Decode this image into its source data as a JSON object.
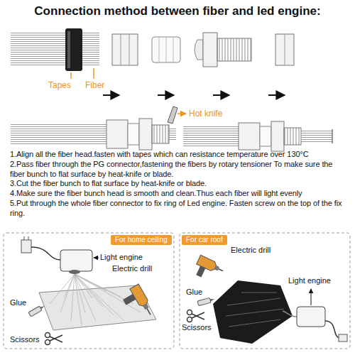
{
  "diagram": {
    "title": "Connection method between fiber and led engine:",
    "nodes": [
      {
        "text": [
          "For home ceiling"
        ]
      },
      {
        "text": [
          "For car roof"
        ]
      }
    ],
    "labels": [
      "Tapes",
      "Fiber",
      "Hot knife",
      "1.Align all the fiber head.fasten with tapes which can resistance temperature over 130°C",
      "2.Pass fiber through the PG connector,fastening the fibers by rotary tensioner To make sure the fiber bunch to flat surface by heat-knife or blade.",
      "3.Cut the fiber bunch to flat surface by heat-knife or blade.",
      "4.Make sure the fiber bunch head is smooth and clean.Thus each fiber will light evenly",
      "5.Put through the whole fiber connector to fix ring of Led engine. Fasten screw on the top of the fix ring.",
      "Light engine",
      "Electric drill",
      "Glue",
      "Scissors",
      "Light engine",
      "Electric drill",
      "Glue",
      "Scissors"
    ]
  }
}
